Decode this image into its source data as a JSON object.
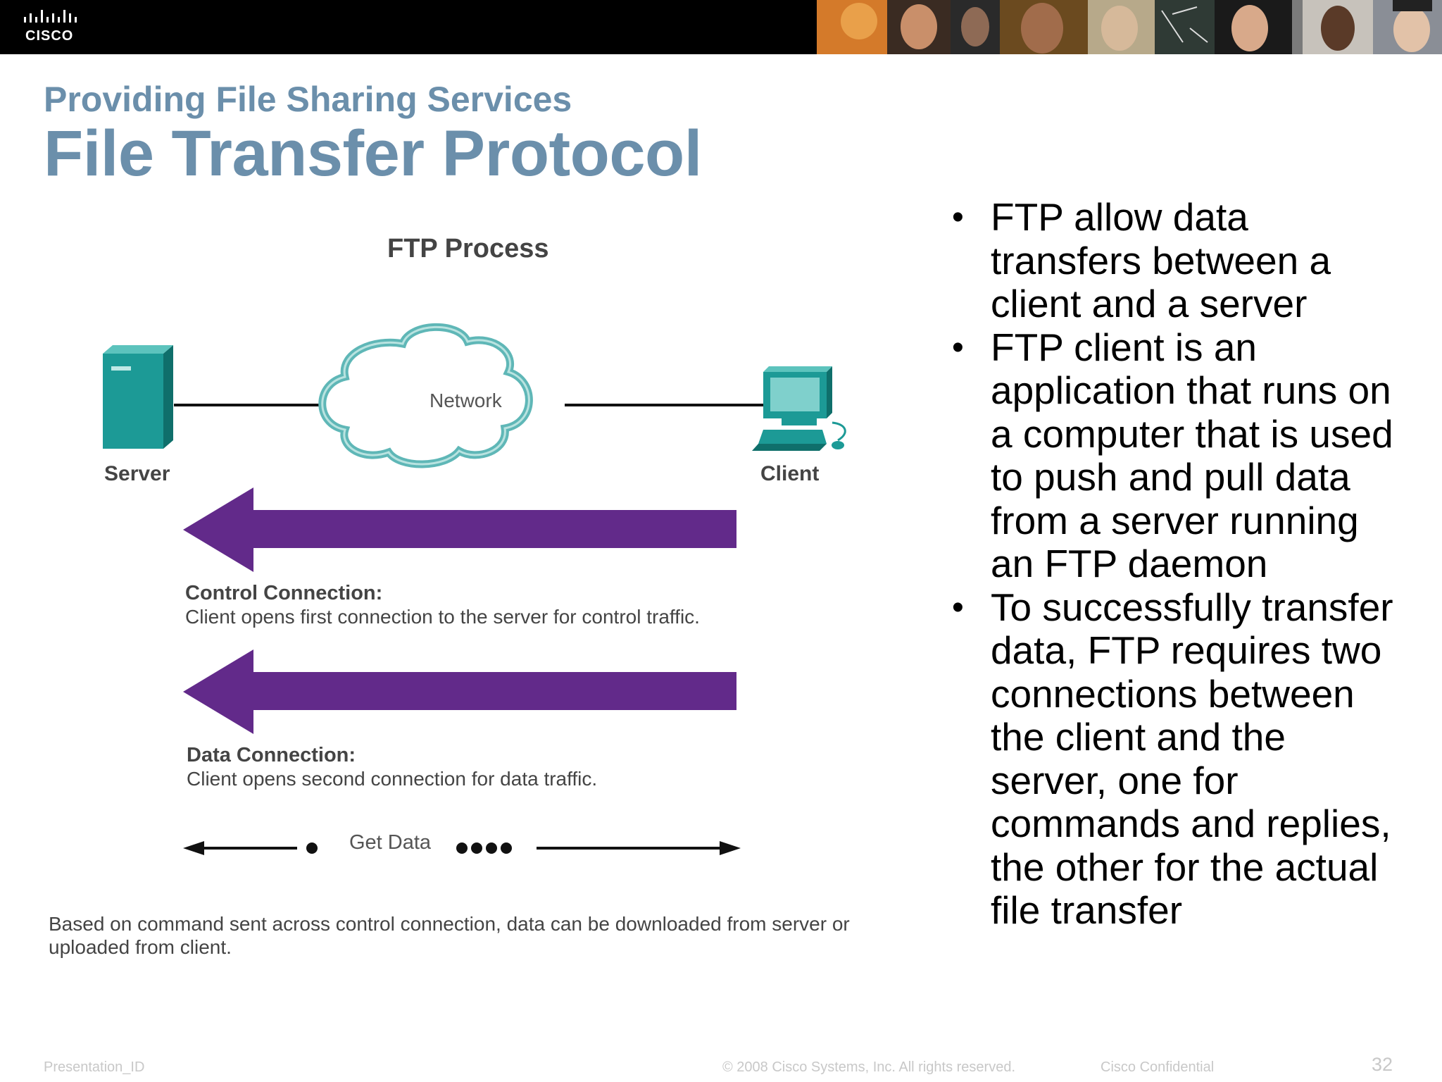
{
  "header": {
    "logo_text": "CISCO"
  },
  "slide": {
    "subtitle": "Providing File Sharing Services",
    "title": "File Transfer Protocol"
  },
  "figure": {
    "title": "FTP Process",
    "network_label": "Network",
    "server_label": "Server",
    "client_label": "Client",
    "control_heading": "Control Connection:",
    "control_text": "Client opens first connection to the server for control traffic.",
    "data_heading": "Data Connection:",
    "data_text": "Client opens second connection for data traffic.",
    "get_data_label": "Get Data",
    "note": "Based on command sent across control connection, data can be downloaded from server or uploaded from client.",
    "colors": {
      "arrow": "#622a8a",
      "device": "#1c9a96",
      "cloud": "#5fb7b7"
    }
  },
  "bullets": [
    "FTP allow data transfers between a client and a server",
    "FTP client is an application that runs on a computer that is used to push and pull data from a server running an FTP daemon",
    "To successfully transfer data, FTP requires two connections between the client and the server, one for commands and replies, the other for the actual file transfer"
  ],
  "footer": {
    "left": "Presentation_ID",
    "copyright": "© 2008 Cisco Systems, Inc. All rights reserved.",
    "confidential": "Cisco Confidential",
    "page": "32"
  }
}
